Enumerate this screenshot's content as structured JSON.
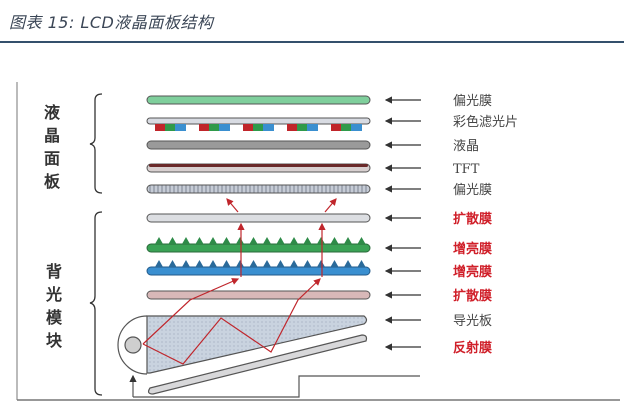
{
  "title": "图表 15:  LCD液晶面板结构",
  "groups": {
    "panel": [
      "液",
      "晶",
      "面",
      "板"
    ],
    "backlight": [
      "背",
      "光",
      "模",
      "块"
    ],
    "panel_name": "液晶面板",
    "backlight_name": "背光模块"
  },
  "layers": [
    {
      "label": "偏光膜",
      "color": "#444444"
    },
    {
      "label": "彩色滤光片",
      "color": "#444444"
    },
    {
      "label": "液晶",
      "color": "#444444"
    },
    {
      "label": "TFT",
      "color": "#444444"
    },
    {
      "label": "偏光膜",
      "color": "#444444"
    },
    {
      "label": "扩散膜",
      "color": "#d0202a"
    },
    {
      "label": "增亮膜",
      "color": "#d0202a"
    },
    {
      "label": "增亮膜",
      "color": "#d0202a"
    },
    {
      "label": "扩散膜",
      "color": "#d0202a"
    },
    {
      "label": "导光板",
      "color": "#444444"
    },
    {
      "label": "反射膜",
      "color": "#d0202a"
    }
  ]
}
